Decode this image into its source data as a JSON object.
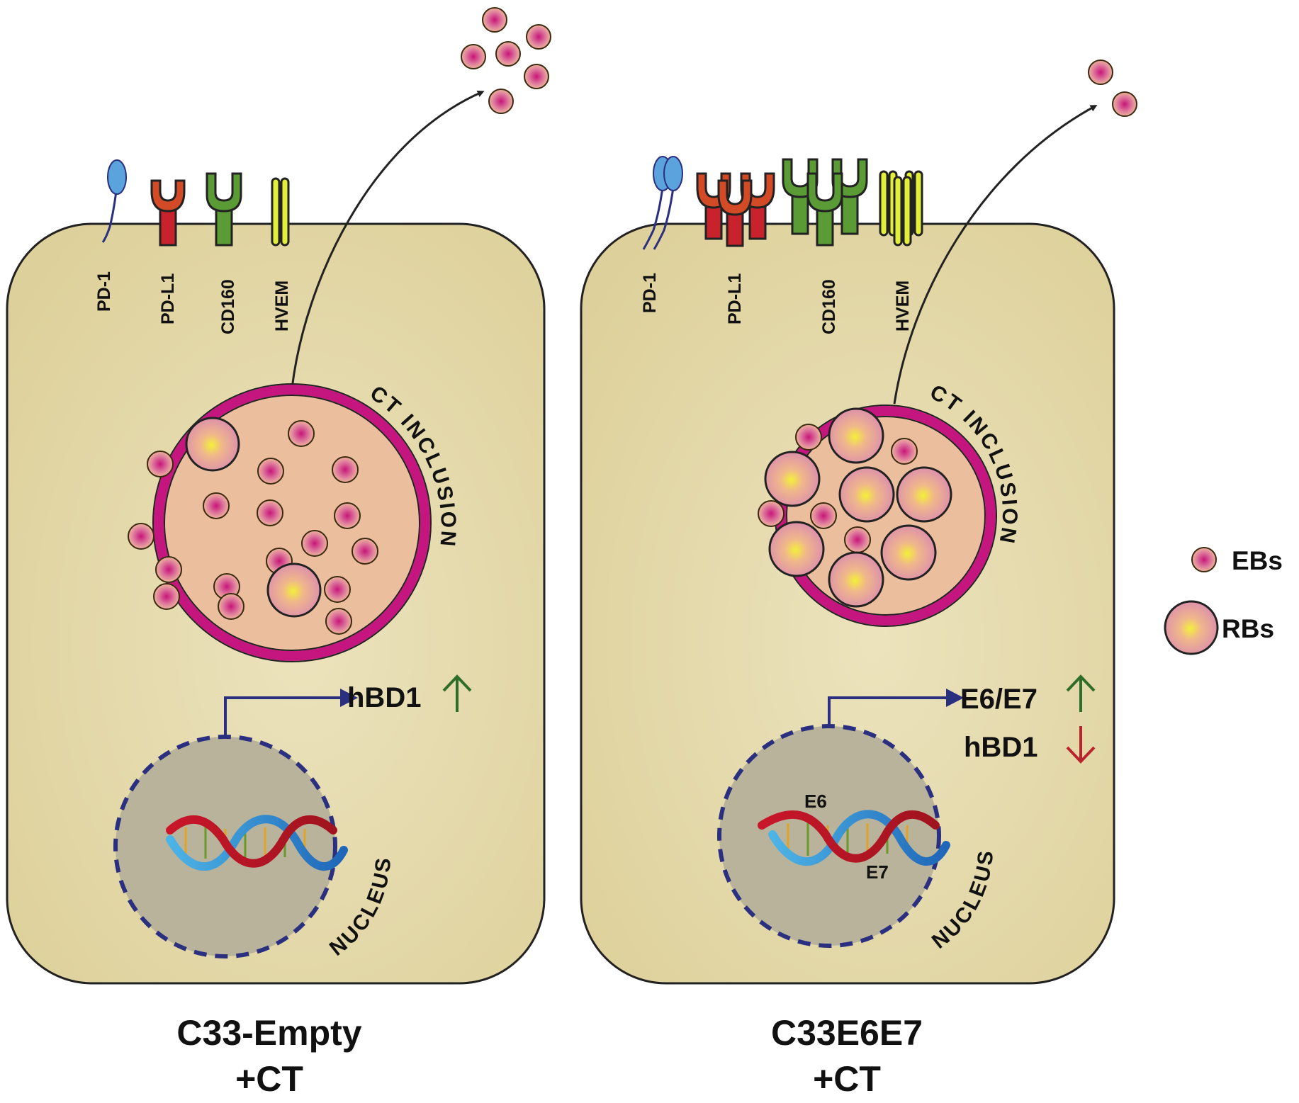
{
  "colors": {
    "cell_fill": "#e7dca5",
    "cell_stroke": "#222222",
    "inclusion_ring": "#c4167e",
    "inclusion_fill": "#ebbf9e",
    "nucleus_fill": "#b8b39a",
    "nucleus_ring": "#2b2f80",
    "up_arrow": "#2f6d2a",
    "down_arrow": "#b8232c",
    "promoter_arrow": "#2b2f80",
    "pd1": "#5aa3dc",
    "pdl1": "#d34a26",
    "cd160": "#5a9b35",
    "hvem": "#e3ee3a"
  },
  "left_panel": {
    "receptors": [
      "PD-1",
      "PD-L1",
      "CD160",
      "HVEM"
    ],
    "inclusion_label": "CT INCLUSION",
    "nucleus_label": "NUCLEUS",
    "gene": "hBD1",
    "gene_trend": "up",
    "caption_line1": "C33-Empty",
    "caption_line2": "+CT"
  },
  "right_panel": {
    "receptors": [
      "PD-1",
      "PD-L1",
      "CD160",
      "HVEM"
    ],
    "inclusion_label": "CT INCLUSION",
    "nucleus_label": "NUCLEUS",
    "gene1": "E6/E7",
    "gene1_trend": "up",
    "gene2": "hBD1",
    "gene2_trend": "down",
    "dna_label_top": "E6",
    "dna_label_bottom": "E7",
    "caption_line1": "C33E6E7",
    "caption_line2": "+CT"
  },
  "legend": {
    "eb_label": "EBs",
    "rb_label": "RBs"
  }
}
